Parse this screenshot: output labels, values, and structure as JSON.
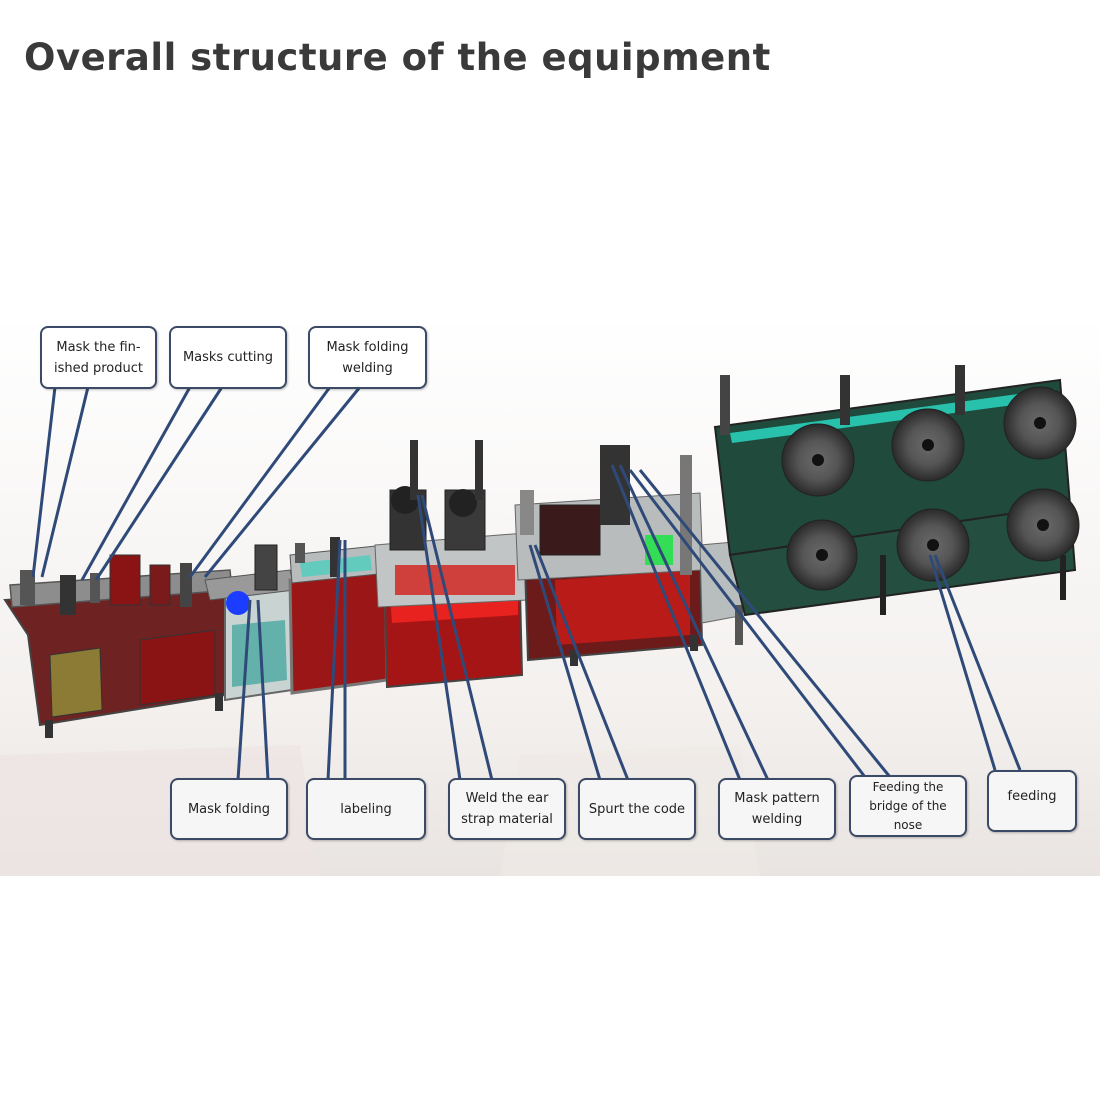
{
  "title": "Overall structure of the equipment",
  "labels": {
    "finished": "Mask the fin-ished product",
    "cutting": "Masks cutting",
    "folding_welding": "Mask folding welding",
    "folding": "Mask folding",
    "labeling": "labeling",
    "ear_strap": "Weld the ear strap material",
    "spurt_code": "Spurt the code",
    "pattern_welding": "Mask pattern welding",
    "nose_bridge": "Feeding the bridge of the nose",
    "feeding": "feeding"
  },
  "colors": {
    "line": "#2f4a78",
    "frame_red": "#8a1414",
    "bright_red": "#d0201c",
    "green_panel": "#1f4a3c",
    "teal_glow": "#2ad6c0",
    "blue_light": "#1c3cff",
    "green_light": "#33dd55"
  }
}
